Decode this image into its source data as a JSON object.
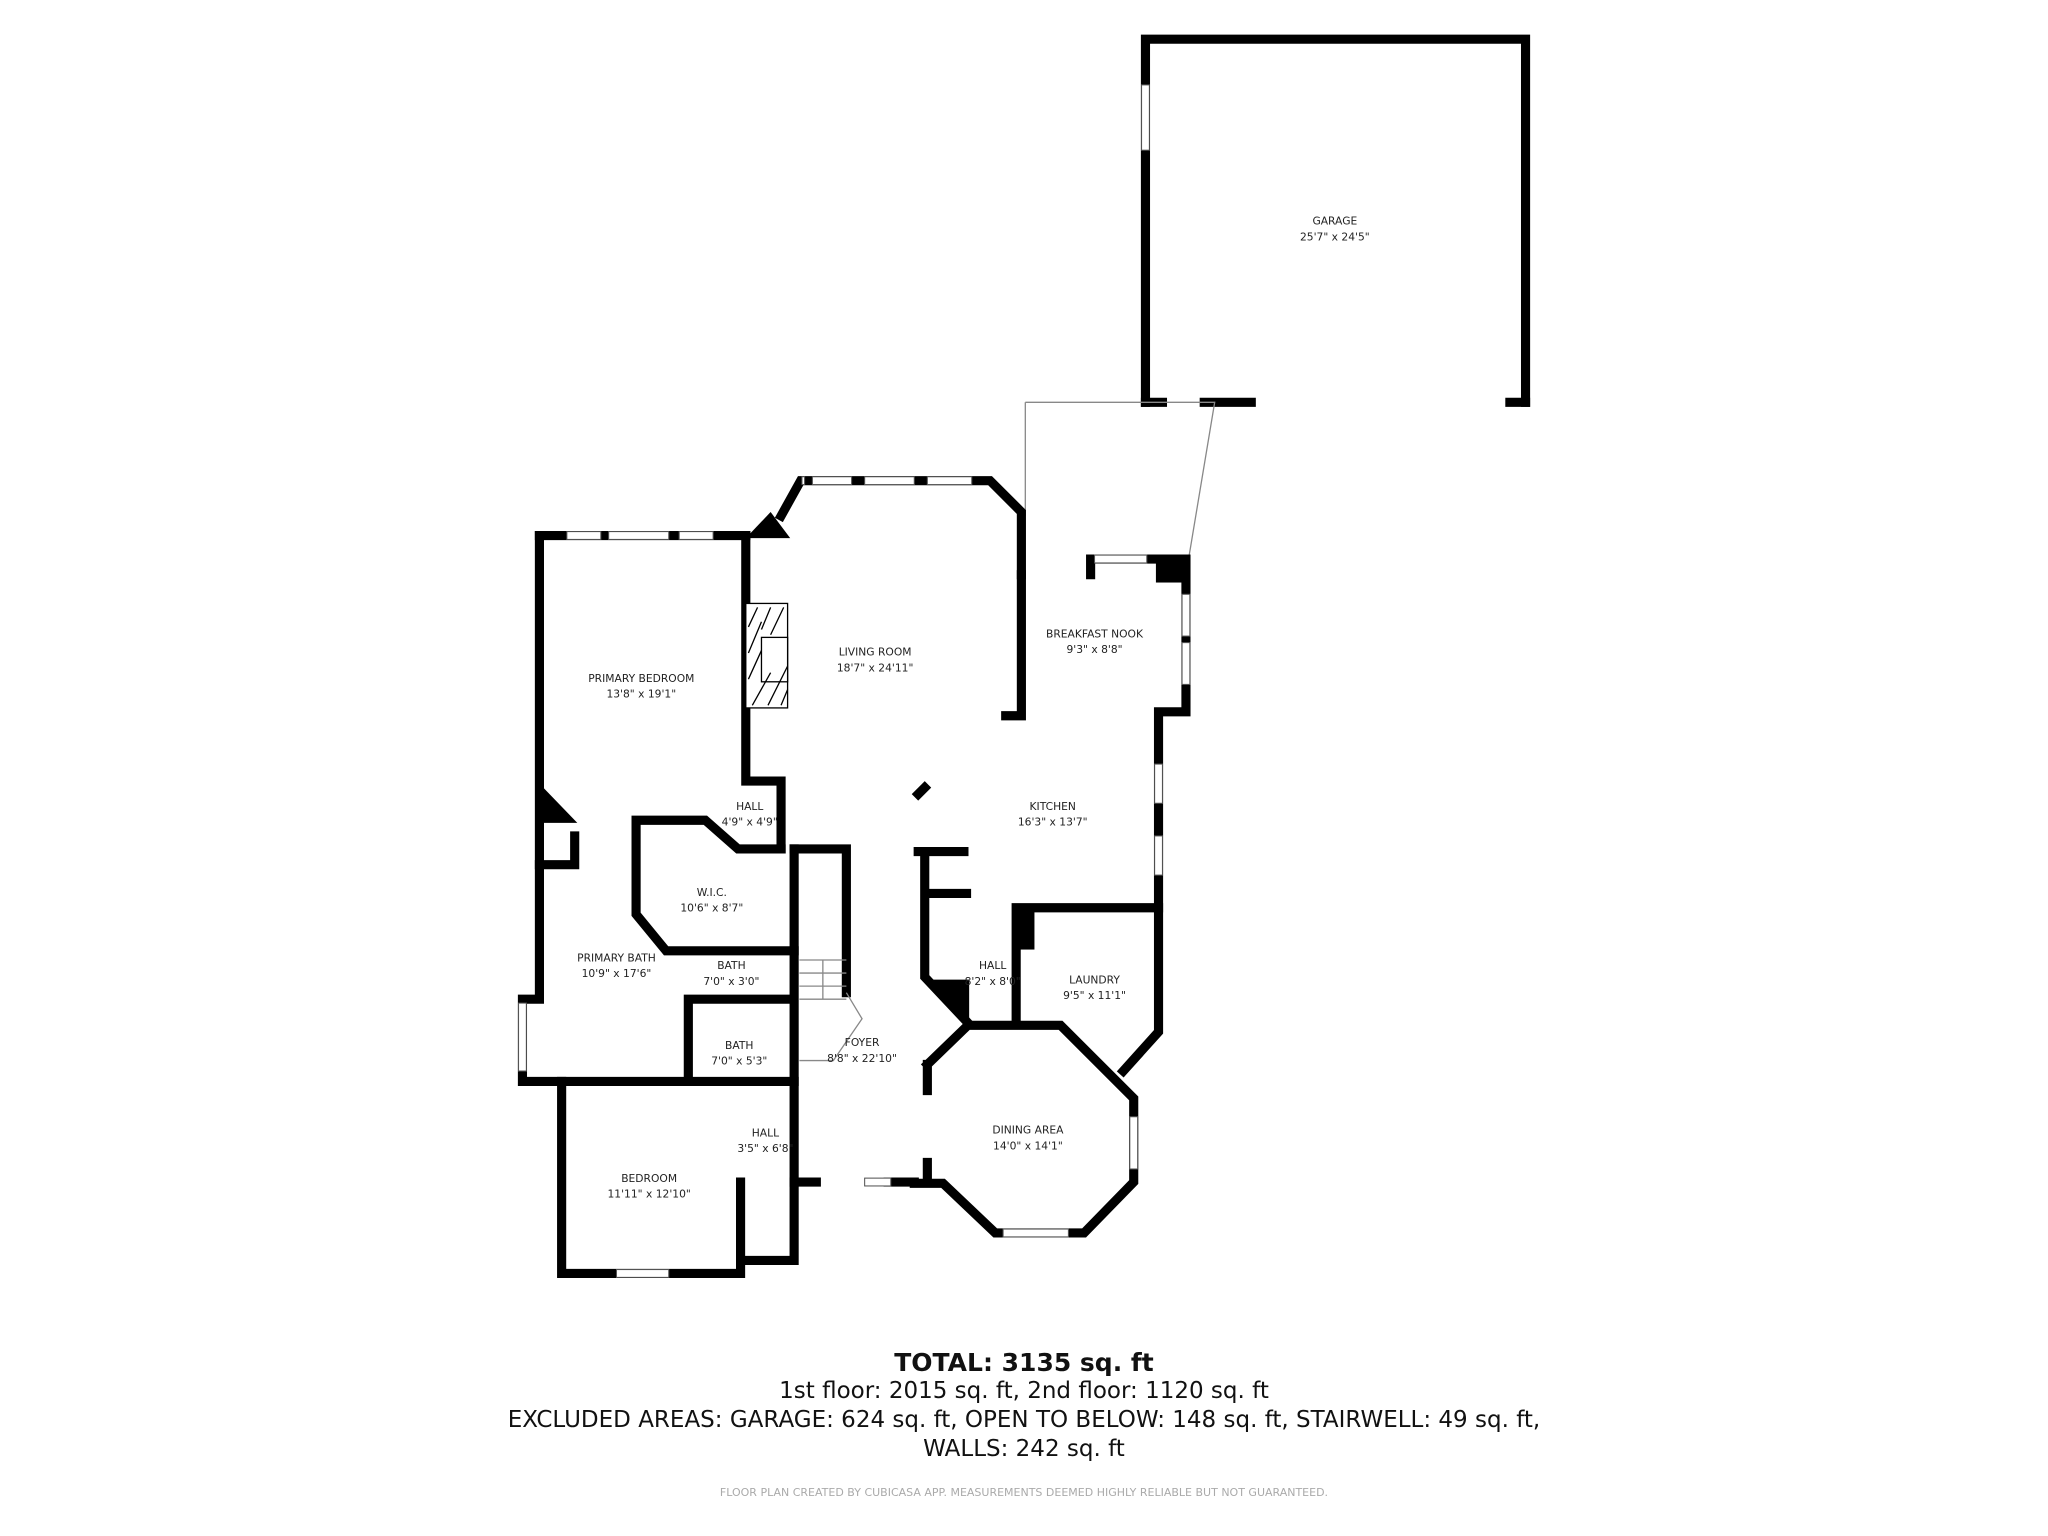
{
  "rooms": {
    "garage": {
      "name": "GARAGE",
      "size": "25'7\" x 24'5\""
    },
    "living_room": {
      "name": "LIVING ROOM",
      "size": "18'7\" x 24'11\""
    },
    "primary_bedroom": {
      "name": "PRIMARY BEDROOM",
      "size": "13'8\" x 19'1\""
    },
    "breakfast_nook": {
      "name": "BREAKFAST NOOK",
      "size": "9'3\" x 8'8\""
    },
    "kitchen": {
      "name": "KITCHEN",
      "size": "16'3\" x 13'7\""
    },
    "hall_1": {
      "name": "HALL",
      "size": "4'9\" x 4'9\""
    },
    "wic": {
      "name": "W.I.C.",
      "size": "10'6\" x 8'7\""
    },
    "primary_bath": {
      "name": "PRIMARY BATH",
      "size": "10'9\" x 17'6\""
    },
    "bath_1": {
      "name": "BATH",
      "size": "7'0\" x 3'0\""
    },
    "bath_2": {
      "name": "BATH",
      "size": "7'0\" x 5'3\""
    },
    "foyer": {
      "name": "FOYER",
      "size": "8'8\" x 22'10\""
    },
    "hall_2": {
      "name": "HALL",
      "size": "8'2\" x 8'0\""
    },
    "laundry": {
      "name": "LAUNDRY",
      "size": "9'5\" x 11'1\""
    },
    "dining_area": {
      "name": "DINING AREA",
      "size": "14'0\" x 14'1\""
    },
    "bedroom": {
      "name": "BEDROOM",
      "size": "11'11\" x 12'10\""
    },
    "hall_3": {
      "name": "HALL",
      "size": "3'5\" x 6'8\""
    }
  },
  "summary": {
    "total": "TOTAL: 3135 sq. ft",
    "floors": "1st floor: 2015 sq. ft, 2nd floor: 1120 sq. ft",
    "excluded": "EXCLUDED AREAS: GARAGE: 624 sq. ft, OPEN TO BELOW: 148 sq. ft, STAIRWELL: 49 sq. ft,",
    "walls": "WALLS: 242 sq. ft"
  },
  "footer": "FLOOR PLAN CREATED BY CUBICASA APP. MEASUREMENTS DEEMED HIGHLY RELIABLE BUT NOT GUARANTEED.",
  "colors": {
    "wall": "#000000",
    "background": "#ffffff",
    "footer": "#aaaaaa"
  }
}
